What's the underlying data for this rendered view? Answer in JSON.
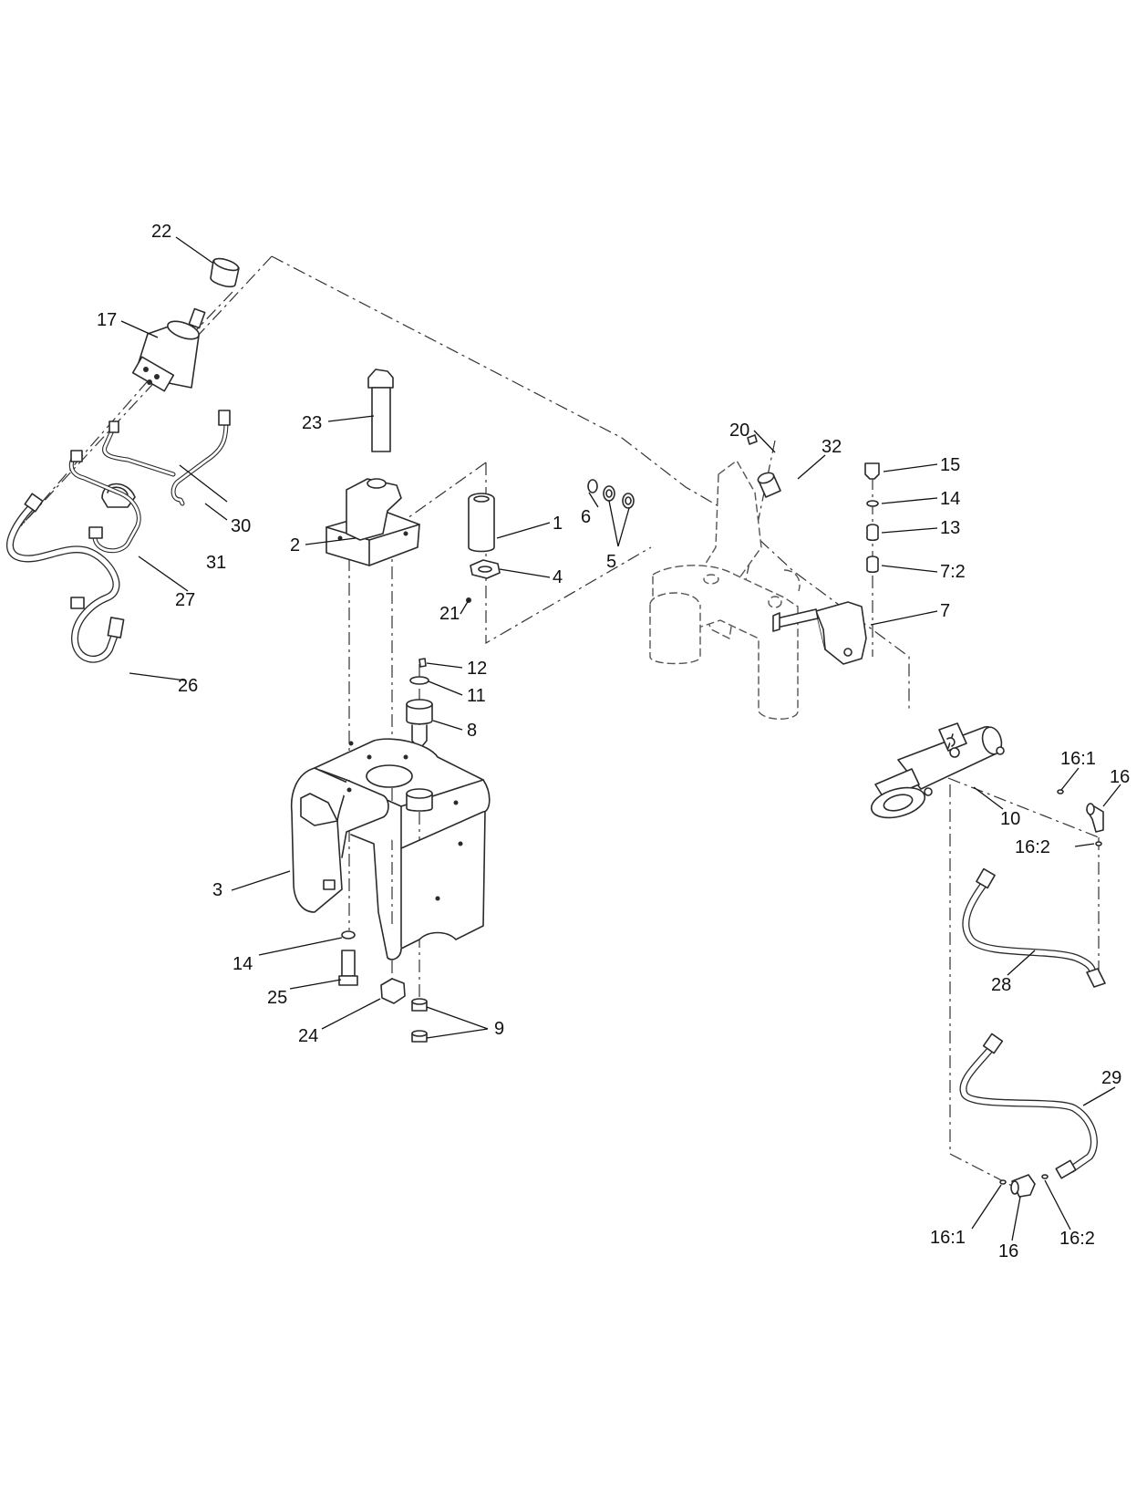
{
  "callouts": {
    "c1": "1",
    "c2": "2",
    "c3": "3",
    "c4": "4",
    "c5": "5",
    "c6": "6",
    "c7": "7",
    "c7_2": "7:2",
    "c8": "8",
    "c9": "9",
    "c10": "10",
    "c11": "11",
    "c12": "12",
    "c13": "13",
    "c14a": "14",
    "c14b": "14",
    "c15": "15",
    "c16a": "16",
    "c16b": "16",
    "c16_1a": "16:1",
    "c16_1b": "16:1",
    "c16_2a": "16:2",
    "c16_2b": "16:2",
    "c17": "17",
    "c20": "20",
    "c21": "21",
    "c22": "22",
    "c23": "23",
    "c24": "24",
    "c25": "25",
    "c26": "26",
    "c27": "27",
    "c28": "28",
    "c29": "29",
    "c30": "30",
    "c31": "31",
    "c32": "32"
  },
  "colors": {
    "line": "#2a2a2a",
    "background": "#ffffff"
  }
}
